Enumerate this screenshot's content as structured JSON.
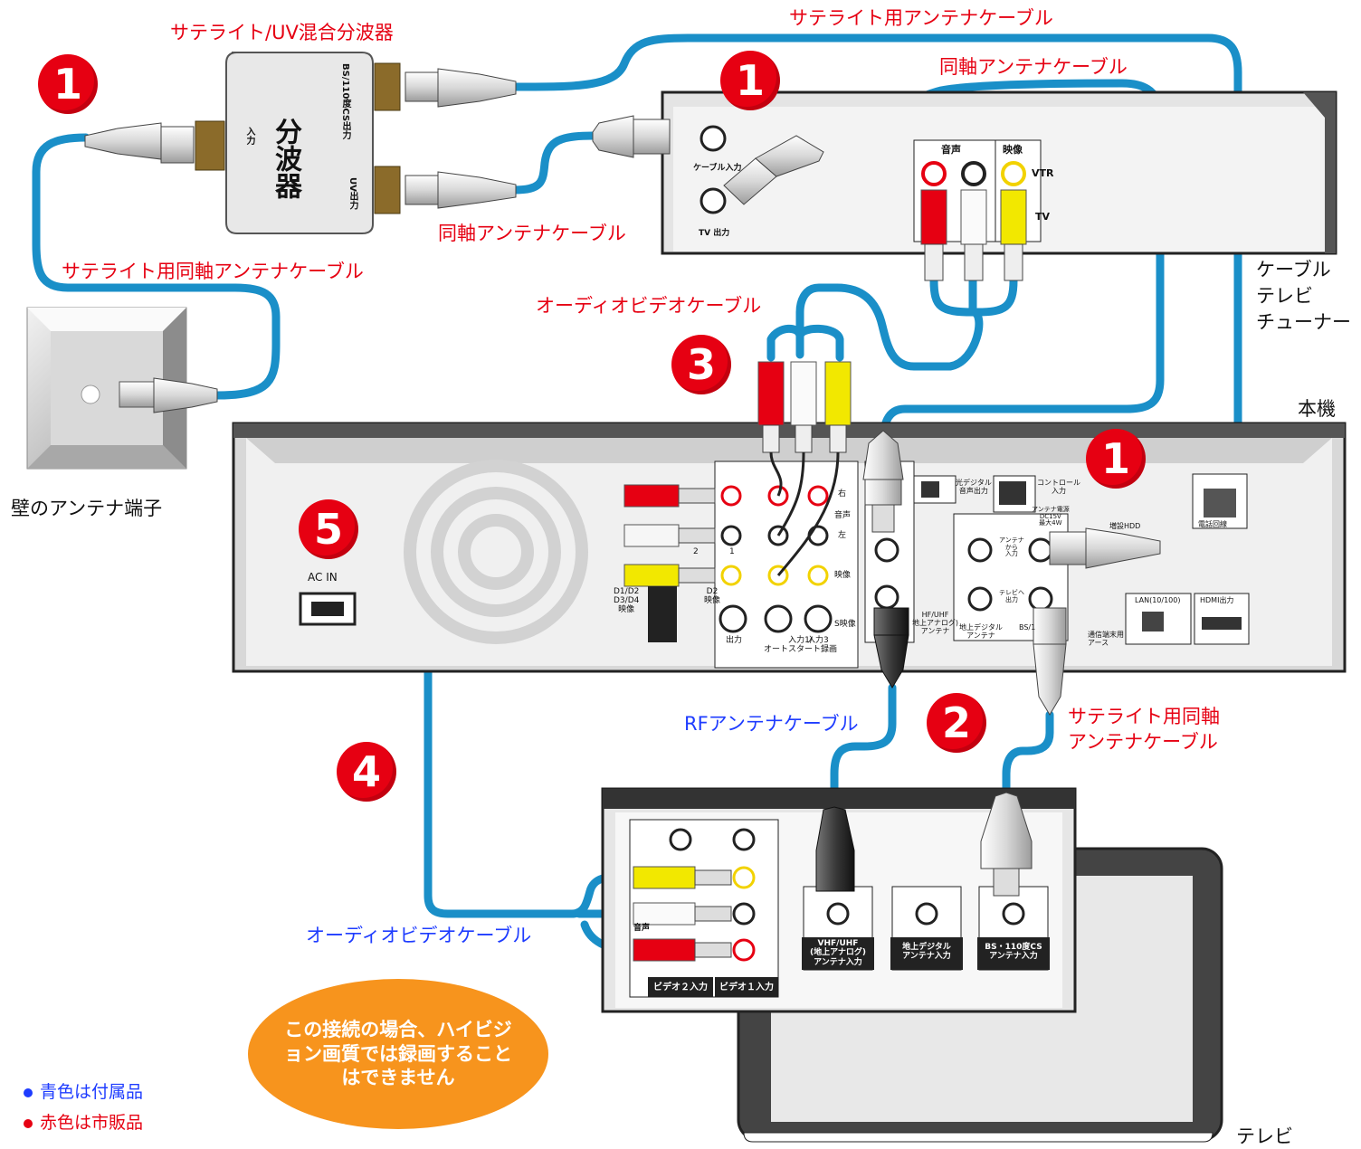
{
  "labels": {
    "mixer_title": "サテライト/UV混合分波器",
    "splitter_text": "分波器",
    "splitter_in": "入力",
    "splitter_bs": "BS/110度CS出力",
    "splitter_uv": "UV出力",
    "sat_cable_top": "サテライト用アンテナケーブル",
    "coax_top": "同軸アンテナケーブル",
    "coax_mid": "同軸アンテナケーブル",
    "sat_coax_left": "サテライト用同軸アンテナケーブル",
    "av_cable_top": "オーディオビデオケーブル",
    "av_cable_bottom": "オーディオビデオケーブル",
    "rf_cable": "RFアンテナケーブル",
    "sat_coax_right_1": "サテライト用同軸",
    "sat_coax_right_2": "アンテナケーブル",
    "cable_tv_tuner_1": "ケーブル",
    "cable_tv_tuner_2": "テレビ",
    "cable_tv_tuner_3": "チューナー",
    "main_unit": "本機",
    "wall_terminal": "壁のアンテナ端子",
    "tv": "テレビ"
  },
  "tuner_panel": {
    "cable_in": "ケーブル入力",
    "tv_out": "TV 出力",
    "audio": "音声",
    "video": "映像",
    "vtr": "VTR",
    "tv": "TV"
  },
  "unit_panel": {
    "ac_in": "AC IN",
    "d_video": "D1/D2\nD3/D4\n映像",
    "d2_video": "D2\n映像",
    "input_2": "2",
    "input_1": "1",
    "right": "右",
    "audio": "音声",
    "left": "左",
    "video": "映像",
    "s_video": "S映像",
    "output": "出力",
    "input1_auto": "入力1/\nオートスタート録画",
    "input3": "入力3",
    "optical": "光デジタル\n音声出力",
    "control_in": "コントロール\n入力",
    "antenna_power": "アンテナ電源\nDC15V\n最大4W",
    "from_antenna": "アンテナ\nから\n入力",
    "to_tv": "テレビへ\n出力",
    "terrestrial": "地上デジタル\nアンテナ",
    "bs_partial": "BS/1",
    "vhf_uhf": "HF/UHF\n地上アナログ)\nアンテナ",
    "hdd": "増設HDD",
    "phone": "電話回線",
    "lan": "LAN(10/100)",
    "hdmi": "HDMI出力",
    "ground": "通信端末用\nアース"
  },
  "tv_panel": {
    "audio": "音声",
    "video2_in": "ビデオ２入力",
    "video1_in": "ビデオ１入力",
    "vhf": "VHF/UHF\n(地上アナログ)\nアンテナ入力",
    "terrestrial": "地上デジタル\nアンテナ入力",
    "bs": "BS・110度CS\nアンテナ入力"
  },
  "markers": [
    "1",
    "1",
    "1",
    "2",
    "3",
    "4",
    "5"
  ],
  "note": "この接続の場合、ハイビジョン画質では録画することはできません",
  "legend": [
    {
      "text": "青色は付属品",
      "color": "#1e3cff"
    },
    {
      "text": "赤色は市販品",
      "color": "#e60012"
    }
  ],
  "colors": {
    "cable": "#1a8fc8",
    "red_label": "#e60012",
    "blue_label": "#1e3cff",
    "note_bg": "#f7941d"
  }
}
